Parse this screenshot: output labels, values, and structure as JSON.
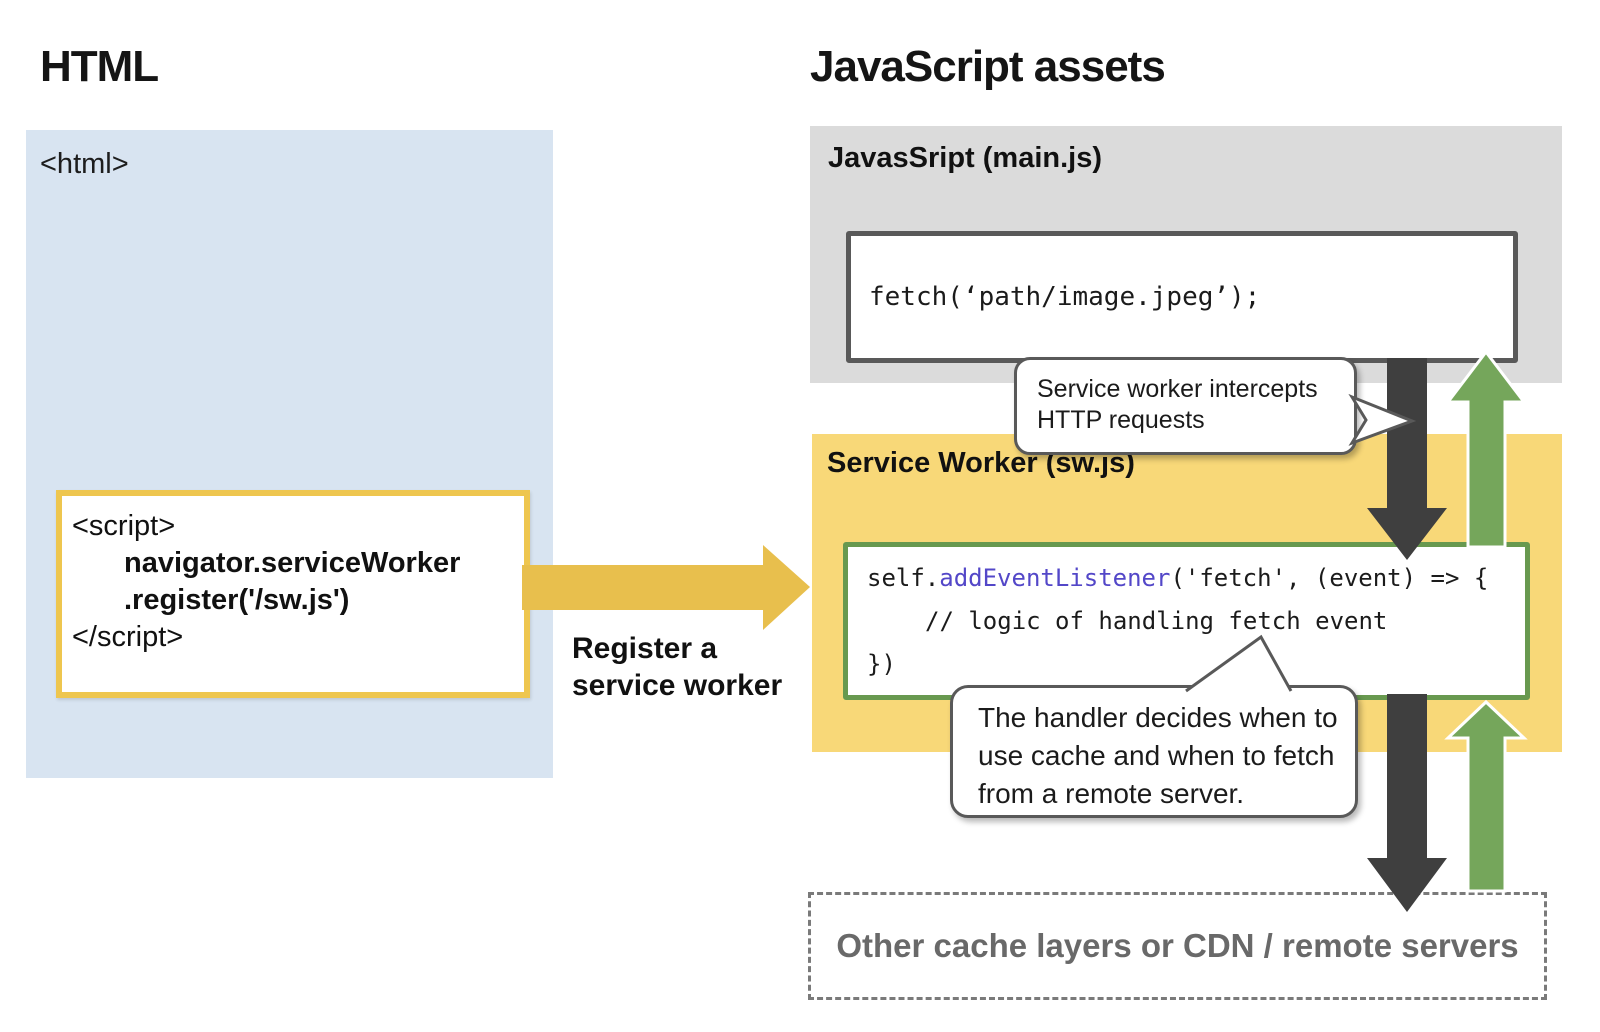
{
  "colors": {
    "blue_panel": "#d8e4f1",
    "gray_panel": "#dbdbdb",
    "yellow_panel": "#f8d878",
    "yellow_arrow": "#e8bf4d",
    "yellow_border": "#eec64f",
    "green_arrow": "#75a65b",
    "green_border": "#68994f",
    "dark_arrow": "#3f3f3f",
    "dark_border": "#595959",
    "purple_code": "#5347c8",
    "muted_text": "#696969"
  },
  "left": {
    "heading": "HTML",
    "html_open_tag": "<html>",
    "script_box": {
      "line1": "<script>",
      "line2": "navigator.serviceWorker",
      "line3": ".register('/sw.js')",
      "line4": "</script>"
    },
    "register_label_line1": "Register a",
    "register_label_line2": "service worker"
  },
  "right": {
    "heading": "JavaScript assets",
    "main_js": {
      "title": "JavasSript (main.js)",
      "code": "fetch(‘path/image.jpeg’);"
    },
    "service_worker": {
      "title": "Service Worker (sw.js)",
      "code_line1_self": "self.",
      "code_line1_method": "addEventListener",
      "code_line1_rest": "('fetch', (event) => {",
      "code_line2": "// logic of handling fetch event",
      "code_line3": "})"
    },
    "bubble_intercept": {
      "line1": "Service worker intercepts",
      "line2": "HTTP requests"
    },
    "bubble_handler": {
      "line1": "The handler decides when to",
      "line2": "use cache and when to fetch",
      "line3": "from a remote server."
    },
    "cache_layers_label": "Other cache layers or CDN / remote servers"
  }
}
